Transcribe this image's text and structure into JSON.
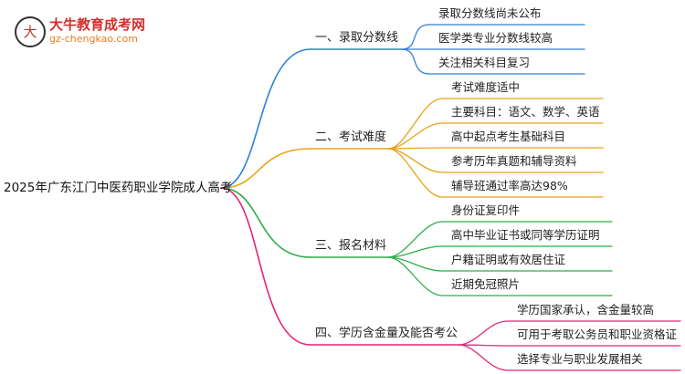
{
  "logo": {
    "title": "大牛教育成考网",
    "url": "gz-chengkao.com",
    "mark": "大牛"
  },
  "mindmap": {
    "root": "2025年广东江门中医药职业学院成人高考",
    "branches": [
      {
        "label": "一、录取分数线",
        "color": "#2f7fd8",
        "children": [
          "录取分数线尚未公布",
          "医学类专业分数线较高",
          "关注相关科目复习"
        ]
      },
      {
        "label": "二、考试难度",
        "color": "#e8a417",
        "children": [
          "考试难度适中",
          "主要科目：语文、数学、英语",
          "高中起点考生基础科目",
          "参考历年真题和辅导资料",
          "辅导班通过率高达98%"
        ]
      },
      {
        "label": "三、报名材料",
        "color": "#2fae47",
        "children": [
          "身份证复印件",
          "高中毕业证书或同等学历证明",
          "户籍证明或有效居住证",
          "近期免冠照片"
        ]
      },
      {
        "label": "四、学历含金量及能否考公",
        "color": "#e0287a",
        "children": [
          "学历国家承认，含金量较高",
          "可用于考取公务员和职业资格证",
          "选择专业与职业发展相关"
        ]
      }
    ]
  }
}
